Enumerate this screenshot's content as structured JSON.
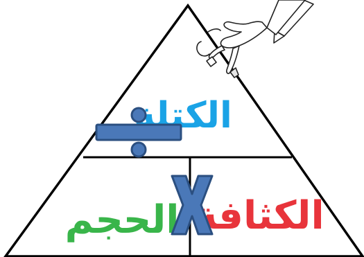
{
  "triangle": {
    "top_label": "الكتلة",
    "bottom_right_label": "الكثافة",
    "bottom_left_label": "الحجم"
  },
  "operators": {
    "divide": "÷",
    "multiply": "×"
  },
  "colors": {
    "mass": "#1aa3e6",
    "density": "#e8343b",
    "volume": "#39b54a",
    "operator_fill": "#4a78b8",
    "operator_stroke": "#2b4f80",
    "lines": "#000000"
  },
  "decorations": {
    "pen_hand": "hand-holding-pen-icon"
  }
}
